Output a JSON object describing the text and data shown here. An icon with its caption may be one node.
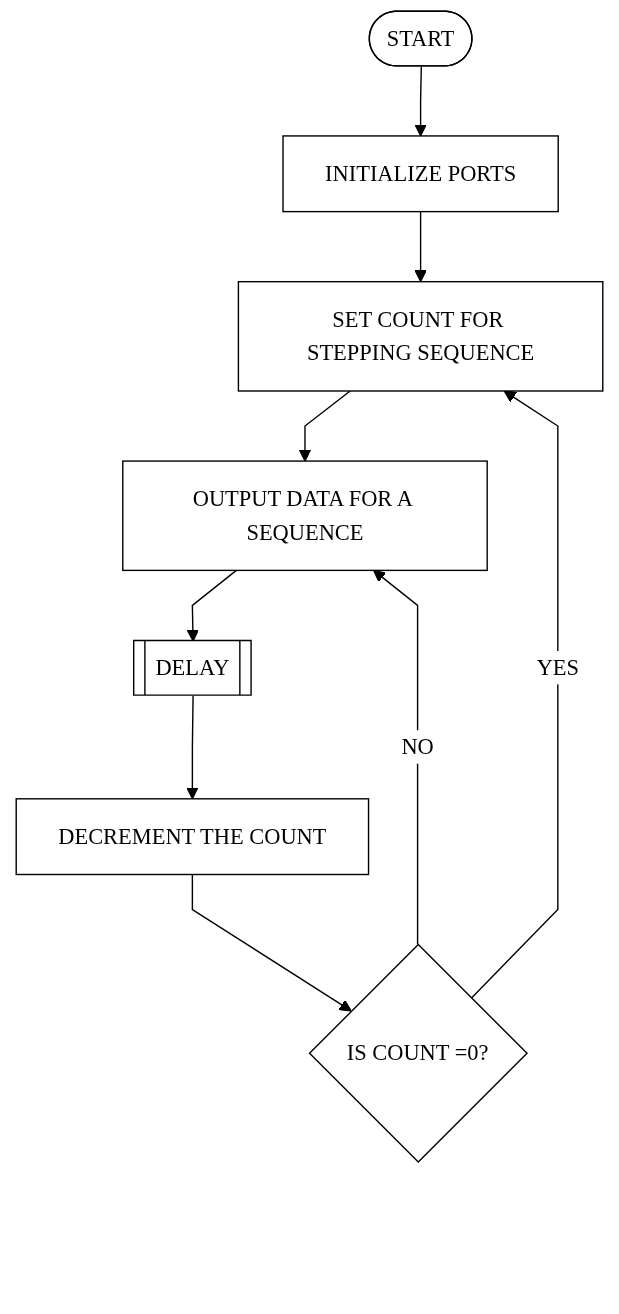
{
  "diagram": {
    "nodes": [
      {
        "text": [
          "START"
        ]
      },
      {
        "text": [
          "INITIALIZE PORTS"
        ]
      },
      {
        "text": [
          "SET COUNT FOR STEPPING SEQUENCE"
        ]
      },
      {
        "text": [
          "OUTPUT DATA FOR A SEQUENCE"
        ]
      },
      {
        "text": [
          "DELAY"
        ]
      },
      {
        "text": [
          "DECREMENT THE COUNT"
        ]
      },
      {
        "text": [
          "IS COUNT =0?"
        ]
      }
    ],
    "edges": [
      {
        "from": 0,
        "to": 1,
        "arrow": "to"
      },
      {
        "from": 1,
        "to": 2,
        "arrow": "to"
      },
      {
        "from": 2,
        "to": 3,
        "arrow": "to"
      },
      {
        "from": 3,
        "to": 4,
        "arrow": "to"
      },
      {
        "from": 4,
        "to": 5,
        "arrow": "to"
      },
      {
        "from": 5,
        "to": 6,
        "arrow": "to"
      },
      {
        "from": 6,
        "to": 3,
        "label": "NO",
        "arrow": "to"
      },
      {
        "from": 6,
        "to": 2,
        "label": "YES",
        "arrow": "to"
      }
    ]
  }
}
